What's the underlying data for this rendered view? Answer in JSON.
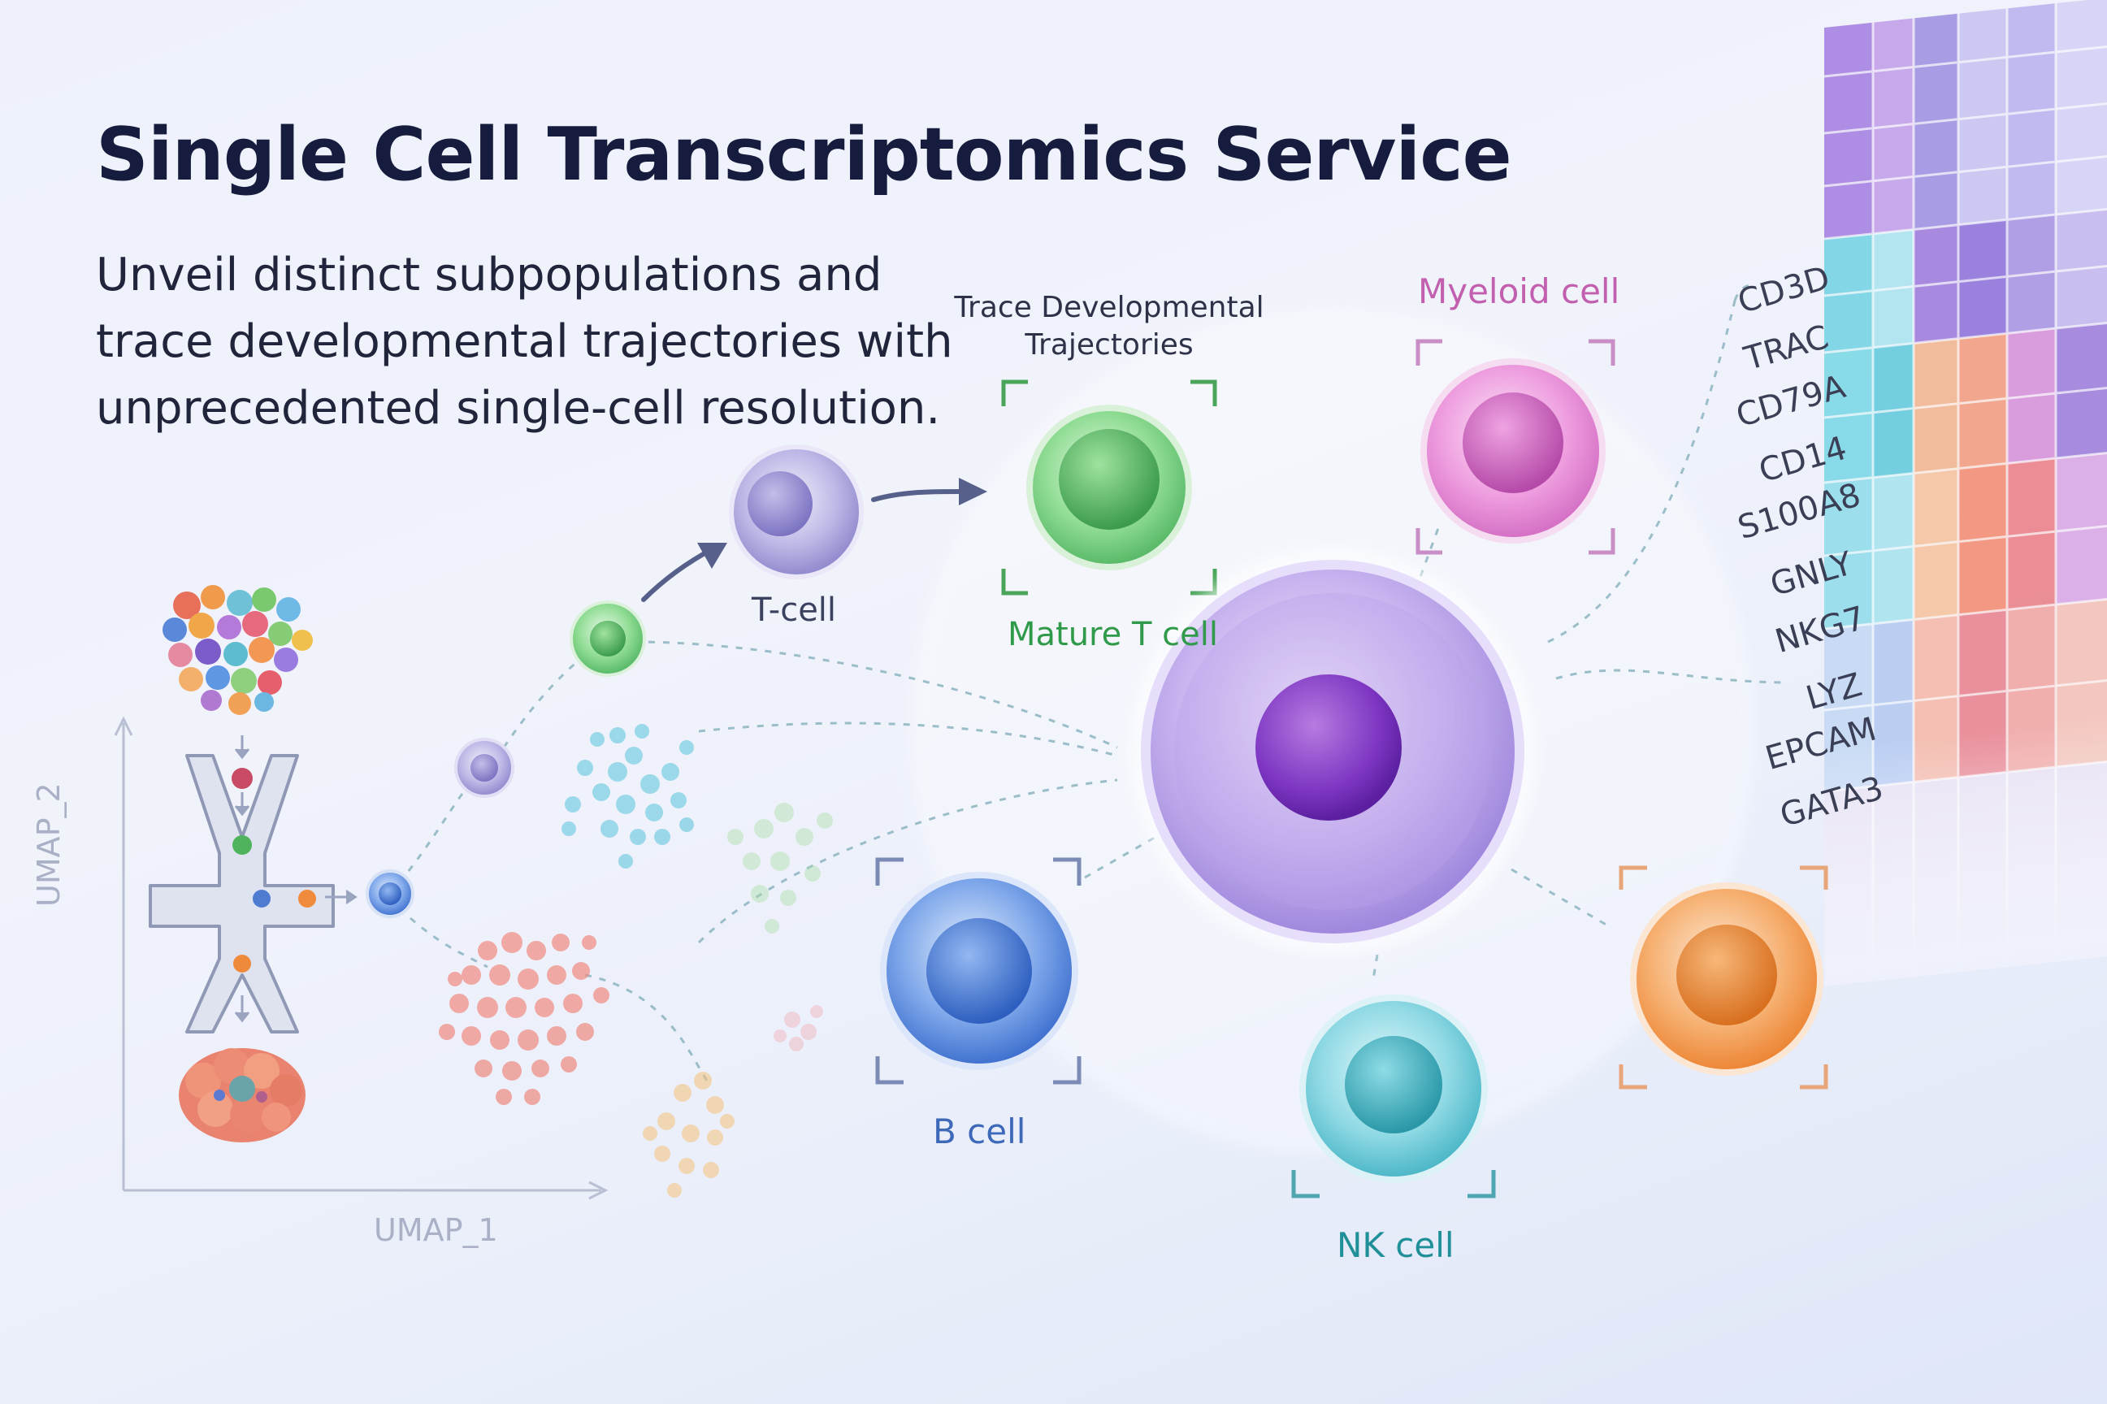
{
  "title": "Single Cell Transcriptomics Service",
  "subtitle": {
    "line1": "Unveil distinct subpopulations and",
    "line2": "trace developmental trajectories with",
    "line3": "unprecedented single-cell resolution."
  },
  "trajectory_label": {
    "line1": "Trace Developmental",
    "line2": "Trajectories"
  },
  "cell_labels": {
    "t_cell": "T-cell",
    "mature_t_cell": "Mature T cell",
    "myeloid_cell": "Myeloid cell",
    "b_cell": "B cell",
    "nk_cell": "NK cell"
  },
  "axes": {
    "x": "UMAP_1",
    "y": "UMAP_2"
  },
  "genes": [
    "CD3D",
    "TRAC",
    "CD79A",
    "CD14",
    "S100A8",
    "GNLY",
    "NKG7",
    "LYZ",
    "EPCAM",
    "GATA3"
  ],
  "colors": {
    "title": "#161c3d",
    "t_cell_green": "#2f9a4a",
    "myeloid_pink": "#c25fae",
    "b_cell_blue": "#3e69b8",
    "nk_teal": "#1f8f98",
    "central_purple": "#7a3fc0",
    "orange": "#ee8a3a"
  }
}
